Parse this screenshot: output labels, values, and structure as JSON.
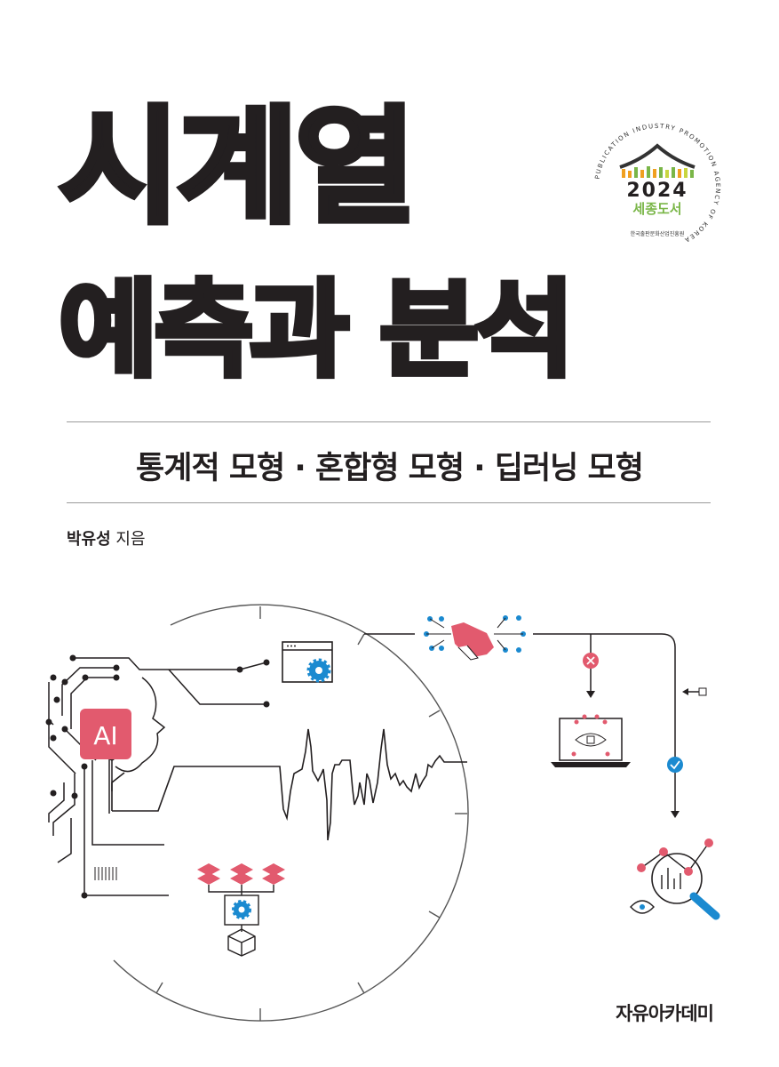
{
  "cover": {
    "title_line1": "시계열",
    "title_line2": "예측과 분석",
    "subtitle": "통계적 모형 · 혼합형 모형 · 딥러닝 모형",
    "author_name": "박유성",
    "author_suffix": "지음",
    "publisher": "자유아카데미"
  },
  "seal": {
    "year": "2024",
    "label": "세종도서",
    "ring_text_en": "PUBLICATION INDUSTRY PROMOTION AGENCY OF KOREA",
    "ring_text_ko": "한국출판문화산업진흥원"
  },
  "illustration": {
    "ai_badge": "AI"
  },
  "colors": {
    "text": "#231f20",
    "accent_pink": "#e25a6e",
    "accent_blue": "#1b8ad0",
    "seal_green": "#7ab648",
    "seal_orange": "#f0a020"
  }
}
